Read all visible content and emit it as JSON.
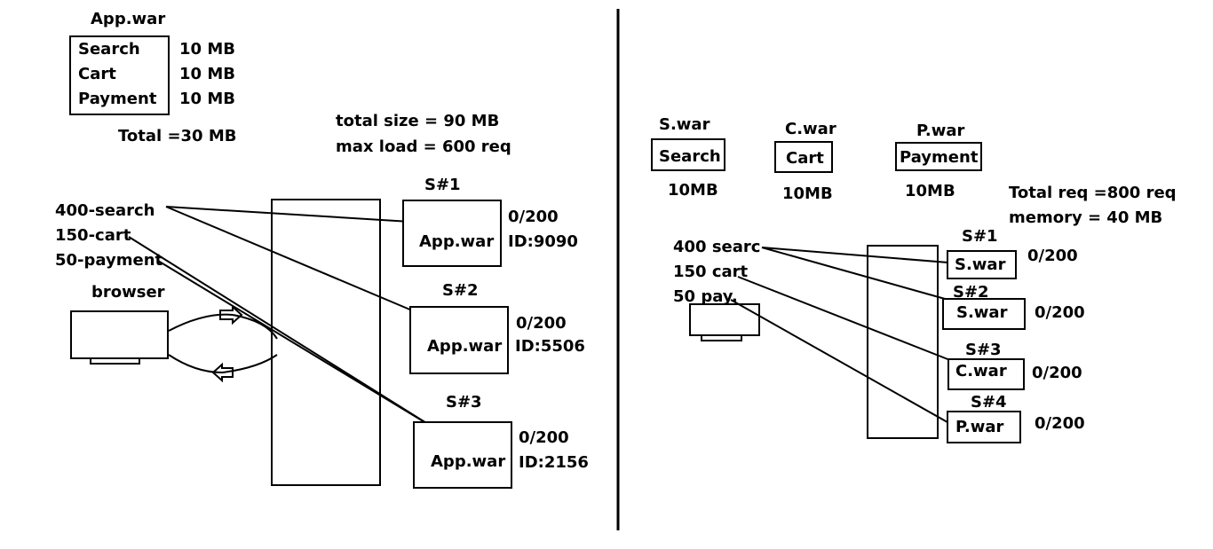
{
  "left": {
    "app_title": "App.war",
    "modules": [
      {
        "name": "Search",
        "size": "10 MB"
      },
      {
        "name": "Cart",
        "size": "10 MB"
      },
      {
        "name": "Payment",
        "size": "10 MB"
      }
    ],
    "total": "Total =30 MB",
    "stats": [
      "total size = 90 MB",
      "max load = 600 req"
    ],
    "requests": [
      "400-search",
      "150-cart",
      "50-payment"
    ],
    "browser_label": "browser",
    "servers": [
      {
        "label": "S#1",
        "war": "App.war",
        "load": "0/200",
        "id": "ID:9090"
      },
      {
        "label": "S#2",
        "war": "App.war",
        "load": "0/200",
        "id": "ID:5506"
      },
      {
        "label": "S#3",
        "war": "App.war",
        "load": "0/200",
        "id": "ID:2156"
      }
    ]
  },
  "right": {
    "wars": [
      {
        "title": "S.war",
        "module": "Search",
        "size": "10MB"
      },
      {
        "title": "C.war",
        "module": "Cart",
        "size": "10MB"
      },
      {
        "title": "P.war",
        "module": "Payment",
        "size": "10MB"
      }
    ],
    "stats": [
      "Total req =800 req",
      "memory = 40 MB"
    ],
    "requests": [
      "400 searc",
      "150 cart",
      "50 pay."
    ],
    "servers": [
      {
        "label": "S#1",
        "war": "S.war",
        "load": "0/200"
      },
      {
        "label": "S#2",
        "war": "S.war",
        "load": "0/200"
      },
      {
        "label": "S#3",
        "war": "C.war",
        "load": "0/200"
      },
      {
        "label": "S#4",
        "war": "P.war",
        "load": "0/200"
      }
    ]
  }
}
